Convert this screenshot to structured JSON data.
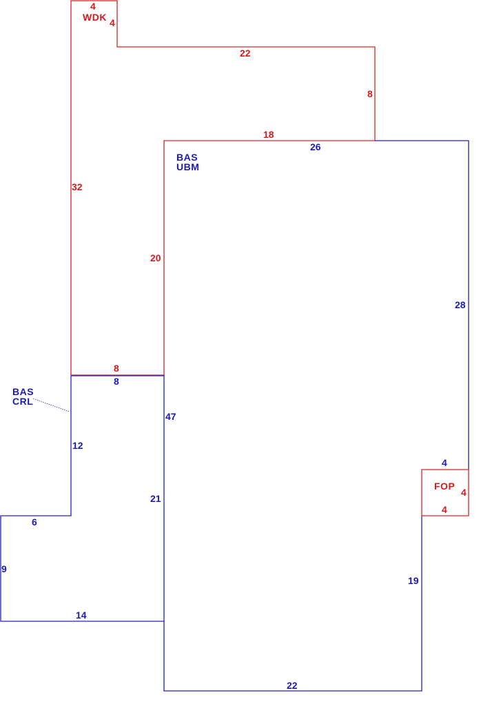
{
  "colors": {
    "red": "#e02020",
    "blue": "#2020c8"
  },
  "areas": {
    "wdk": {
      "label": "WDK",
      "dims": {
        "top": "4",
        "right_top": "4",
        "ledge_top": "22",
        "step_right": "8",
        "step_bottom": "18",
        "left_side": "32",
        "inner_side": "20",
        "bottom": "8"
      }
    },
    "bas_ubm": {
      "label_1": "BAS",
      "label_2": "UBM",
      "dims": {
        "top": "26",
        "right": "28",
        "left": "47",
        "notch_top": "4",
        "lower_right": "19",
        "bottom": "22"
      }
    },
    "bas_crl": {
      "label_1": "BAS",
      "label_2": "CRL",
      "dims": {
        "top": "8",
        "left_upper": "12",
        "step": "6",
        "left_lower": "9",
        "bottom": "14",
        "right": "21"
      }
    },
    "fop": {
      "label": "FOP",
      "dims": {
        "right": "4",
        "bottom": "4"
      }
    }
  }
}
